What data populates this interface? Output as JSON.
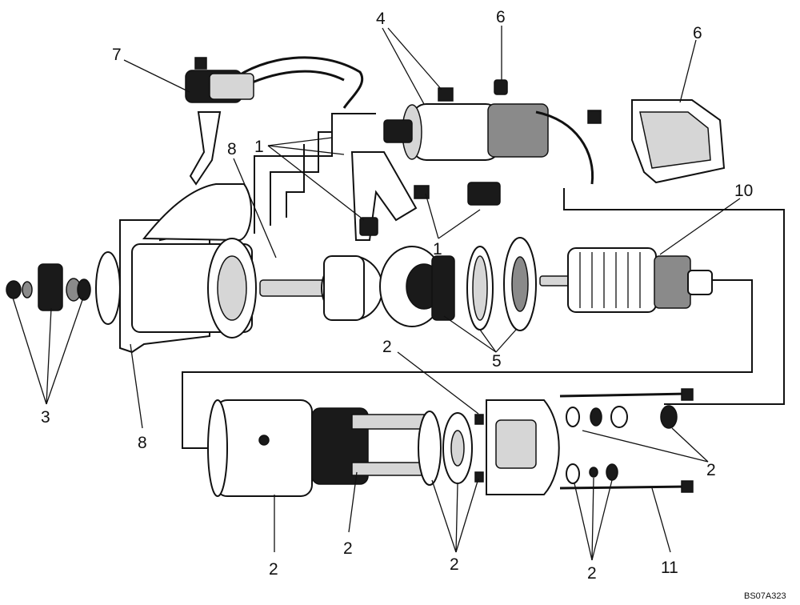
{
  "diagram": {
    "reference_code": "BS07A323",
    "callouts": {
      "c1": "1",
      "c1b": "1",
      "c2a": "2",
      "c2b": "2",
      "c2c": "2",
      "c2d": "2",
      "c2e": "2",
      "c2f": "2",
      "c3": "3",
      "c4": "4",
      "c5": "5",
      "c6a": "6",
      "c6b": "6",
      "c7": "7",
      "c8a": "8",
      "c8b": "8",
      "c10": "10",
      "c11": "11"
    }
  }
}
